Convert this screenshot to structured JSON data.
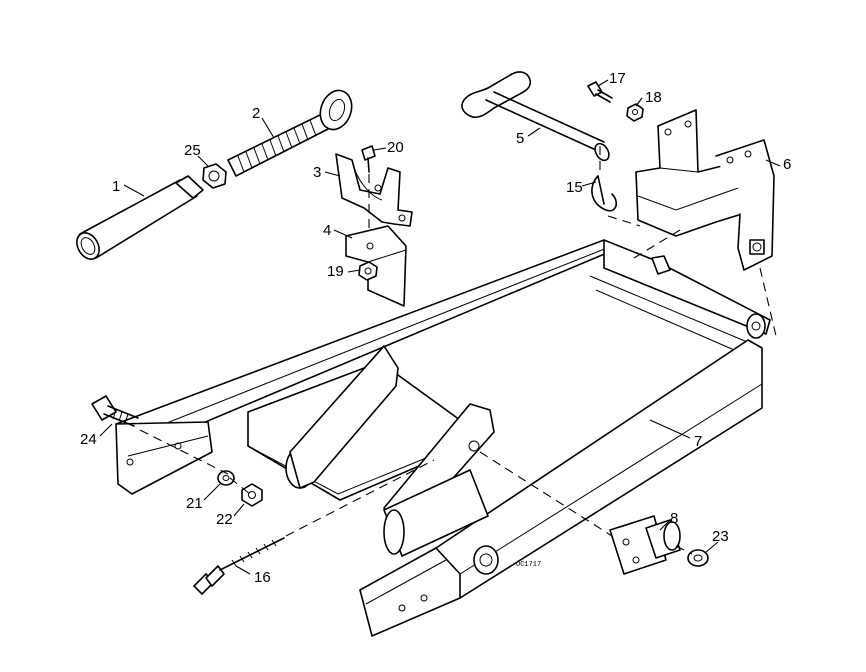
{
  "diagram": {
    "parts": [
      {
        "id": "p1",
        "label": "1"
      },
      {
        "id": "p2",
        "label": "2"
      },
      {
        "id": "p3",
        "label": "3"
      },
      {
        "id": "p4",
        "label": "4"
      },
      {
        "id": "p5",
        "label": "5"
      },
      {
        "id": "p6",
        "label": "6"
      },
      {
        "id": "p7",
        "label": "7"
      },
      {
        "id": "p8",
        "label": "8"
      },
      {
        "id": "p15",
        "label": "15"
      },
      {
        "id": "p16",
        "label": "16"
      },
      {
        "id": "p17",
        "label": "17"
      },
      {
        "id": "p18",
        "label": "18"
      },
      {
        "id": "p19",
        "label": "19"
      },
      {
        "id": "p20",
        "label": "20"
      },
      {
        "id": "p21",
        "label": "21"
      },
      {
        "id": "p22",
        "label": "22"
      },
      {
        "id": "p23",
        "label": "23"
      },
      {
        "id": "p24",
        "label": "24"
      },
      {
        "id": "p25",
        "label": "25"
      }
    ],
    "drawing_code": "OC1717"
  }
}
